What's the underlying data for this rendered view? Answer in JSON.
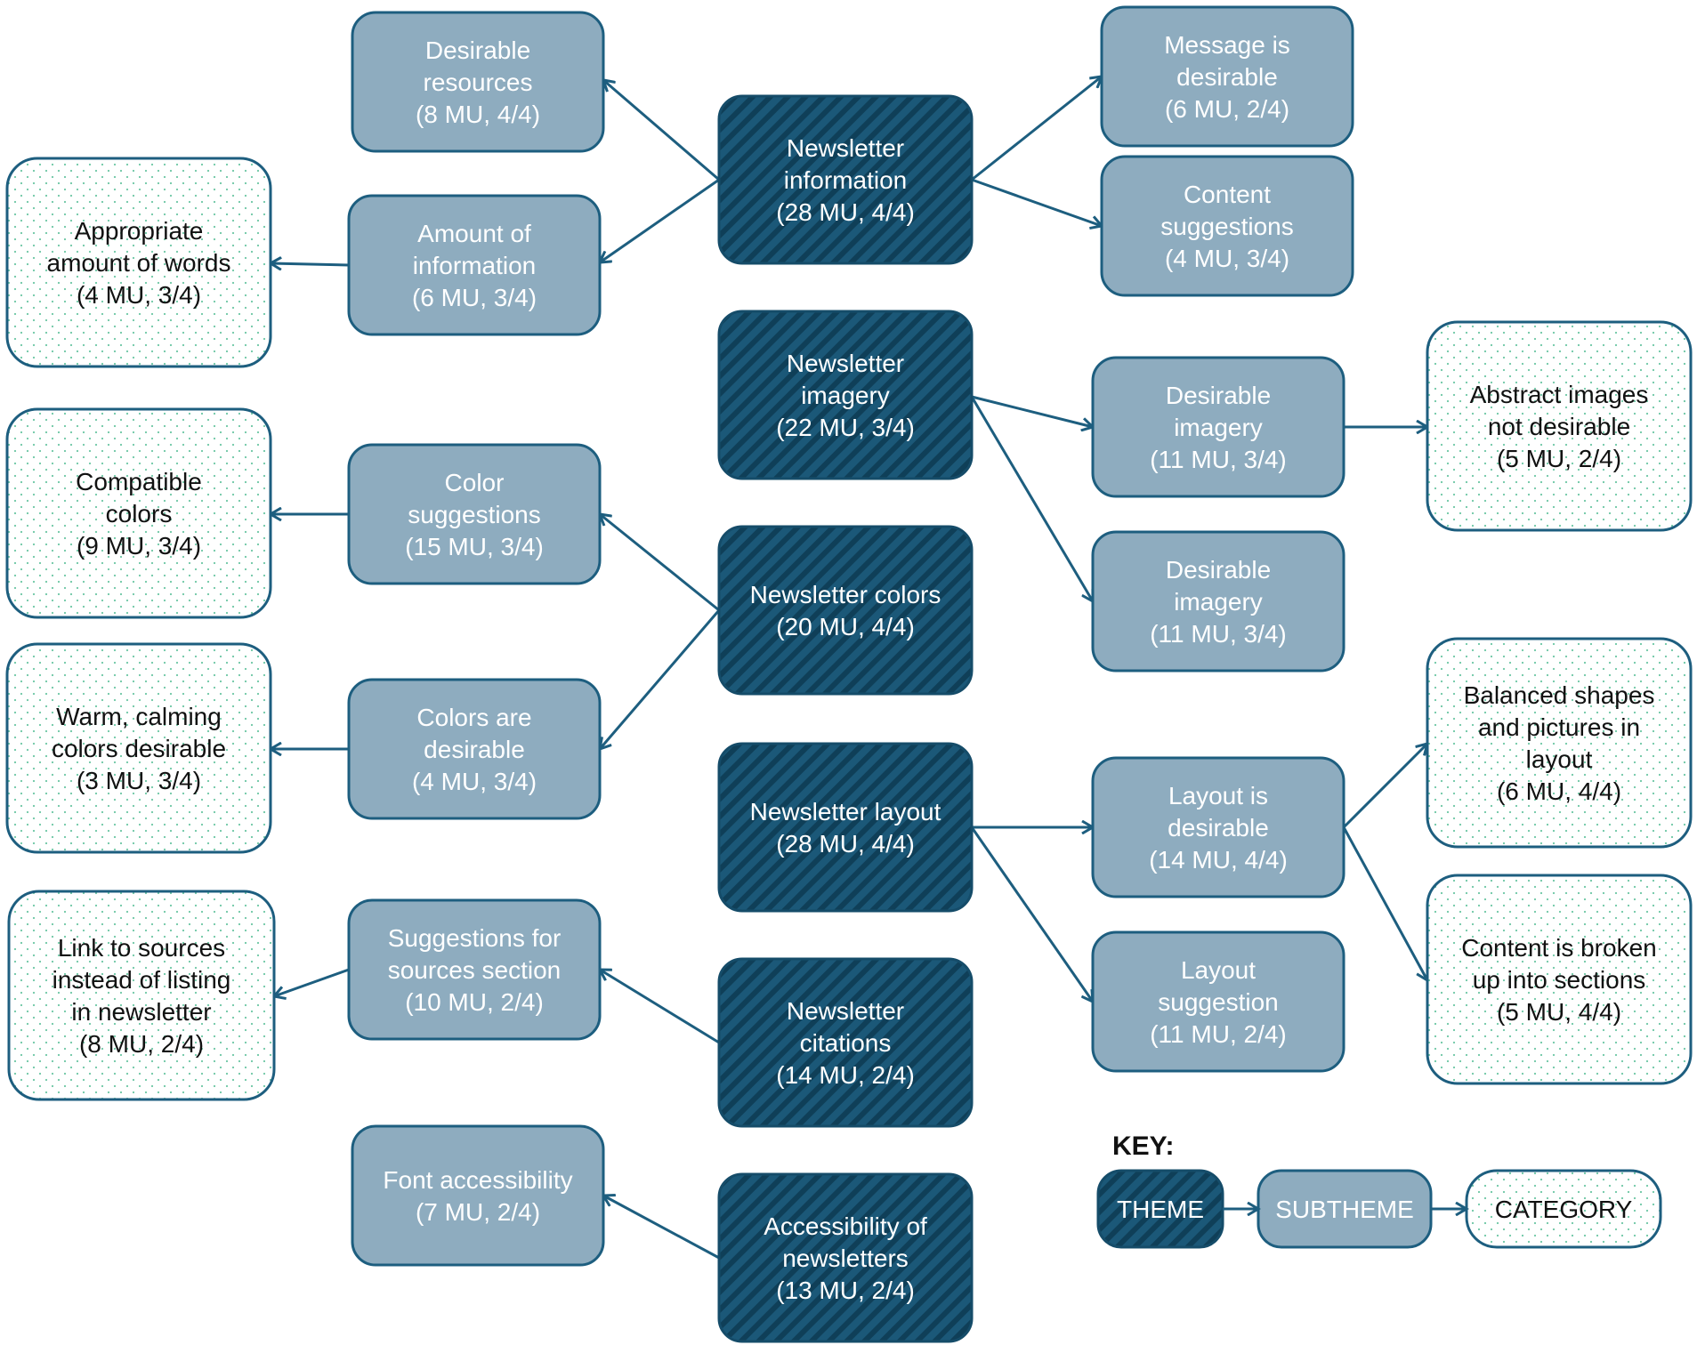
{
  "colors": {
    "theme_fill": "#1b5878",
    "theme_stripe": "#0f3f58",
    "theme_border": "#154c69",
    "subtheme_fill": "#8eacbf",
    "subtheme_border": "#1d5e7f",
    "category_fill": "#ffffff",
    "category_dot": "#6cc7a4",
    "category_border": "#1d5e7f",
    "arrow": "#1d5e7f"
  },
  "nodes": [
    {
      "id": "t_info",
      "type": "theme",
      "lines": [
        "Newsletter",
        "information",
        "(28 MU, 4/4)"
      ]
    },
    {
      "id": "t_imagery",
      "type": "theme",
      "lines": [
        "Newsletter",
        "imagery",
        "(22 MU, 3/4)"
      ]
    },
    {
      "id": "t_colors",
      "type": "theme",
      "lines": [
        "Newsletter colors",
        "(20 MU, 4/4)"
      ]
    },
    {
      "id": "t_layout",
      "type": "theme",
      "lines": [
        "Newsletter layout",
        "(28 MU, 4/4)"
      ]
    },
    {
      "id": "t_citations",
      "type": "theme",
      "lines": [
        "Newsletter",
        "citations",
        "(14 MU, 2/4)"
      ]
    },
    {
      "id": "t_access",
      "type": "theme",
      "lines": [
        "Accessibility of",
        "newsletters",
        "(13 MU, 2/4)"
      ]
    },
    {
      "id": "s_resources",
      "type": "subtheme",
      "lines": [
        "Desirable",
        "resources",
        "(8 MU, 4/4)"
      ]
    },
    {
      "id": "s_amount",
      "type": "subtheme",
      "lines": [
        "Amount of",
        "information",
        "(6 MU, 3/4)"
      ]
    },
    {
      "id": "s_message",
      "type": "subtheme",
      "lines": [
        "Message is",
        "desirable",
        "(6 MU, 2/4)"
      ]
    },
    {
      "id": "s_content",
      "type": "subtheme",
      "lines": [
        "Content",
        "suggestions",
        "(4 MU, 3/4)"
      ]
    },
    {
      "id": "s_img1",
      "type": "subtheme",
      "lines": [
        "Desirable",
        "imagery",
        "(11 MU, 3/4)"
      ]
    },
    {
      "id": "s_img2",
      "type": "subtheme",
      "lines": [
        "Desirable",
        "imagery",
        "(11 MU, 3/4)"
      ]
    },
    {
      "id": "s_colorsugg",
      "type": "subtheme",
      "lines": [
        "Color",
        "suggestions",
        "(15 MU, 3/4)"
      ]
    },
    {
      "id": "s_colordes",
      "type": "subtheme",
      "lines": [
        "Colors are",
        "desirable",
        "(4 MU, 3/4)"
      ]
    },
    {
      "id": "s_layoutdes",
      "type": "subtheme",
      "lines": [
        "Layout is",
        "desirable",
        "(14 MU, 4/4)"
      ]
    },
    {
      "id": "s_layoutsugg",
      "type": "subtheme",
      "lines": [
        "Layout",
        "suggestion",
        "(11 MU, 2/4)"
      ]
    },
    {
      "id": "s_sources",
      "type": "subtheme",
      "lines": [
        "Suggestions for",
        "sources section",
        "(10 MU, 2/4)"
      ]
    },
    {
      "id": "s_font",
      "type": "subtheme",
      "lines": [
        "Font accessibility",
        "(7 MU, 2/4)"
      ]
    },
    {
      "id": "c_words",
      "type": "category",
      "lines": [
        "Appropriate",
        "amount of words",
        "(4 MU, 3/4)"
      ]
    },
    {
      "id": "c_compat",
      "type": "category",
      "lines": [
        "Compatible",
        "colors",
        "(9 MU, 3/4)"
      ]
    },
    {
      "id": "c_warm",
      "type": "category",
      "lines": [
        "Warm, calming",
        "colors desirable",
        "(3 MU, 3/4)"
      ]
    },
    {
      "id": "c_link",
      "type": "category",
      "lines": [
        "Link to sources",
        "instead of listing",
        "in newsletter",
        "(8 MU, 2/4)"
      ]
    },
    {
      "id": "c_abstract",
      "type": "category",
      "lines": [
        "Abstract images",
        "not desirable",
        "(5 MU, 2/4)"
      ]
    },
    {
      "id": "c_balanced",
      "type": "category",
      "lines": [
        "Balanced shapes",
        "and pictures in",
        "layout",
        "(6 MU, 4/4)"
      ]
    },
    {
      "id": "c_broken",
      "type": "category",
      "lines": [
        "Content is broken",
        "up into sections",
        "(5 MU, 4/4)"
      ]
    }
  ],
  "edges": [
    {
      "from": "t_info",
      "to": "s_resources"
    },
    {
      "from": "t_info",
      "to": "s_amount"
    },
    {
      "from": "t_info",
      "to": "s_message"
    },
    {
      "from": "t_info",
      "to": "s_content"
    },
    {
      "from": "s_amount",
      "to": "c_words"
    },
    {
      "from": "t_imagery",
      "to": "s_img1"
    },
    {
      "from": "t_imagery",
      "to": "s_img2"
    },
    {
      "from": "s_img1",
      "to": "c_abstract"
    },
    {
      "from": "t_colors",
      "to": "s_colorsugg"
    },
    {
      "from": "t_colors",
      "to": "s_colordes"
    },
    {
      "from": "s_colorsugg",
      "to": "c_compat"
    },
    {
      "from": "s_colordes",
      "to": "c_warm"
    },
    {
      "from": "t_layout",
      "to": "s_layoutdes"
    },
    {
      "from": "t_layout",
      "to": "s_layoutsugg"
    },
    {
      "from": "s_layoutdes",
      "to": "c_balanced"
    },
    {
      "from": "s_layoutdes",
      "to": "c_broken"
    },
    {
      "from": "t_citations",
      "to": "s_sources"
    },
    {
      "from": "s_sources",
      "to": "c_link"
    },
    {
      "from": "t_access",
      "to": "s_font"
    }
  ],
  "key": {
    "title": "KEY:",
    "theme": "THEME",
    "subtheme": "SUBTHEME",
    "category": "CATEGORY"
  }
}
